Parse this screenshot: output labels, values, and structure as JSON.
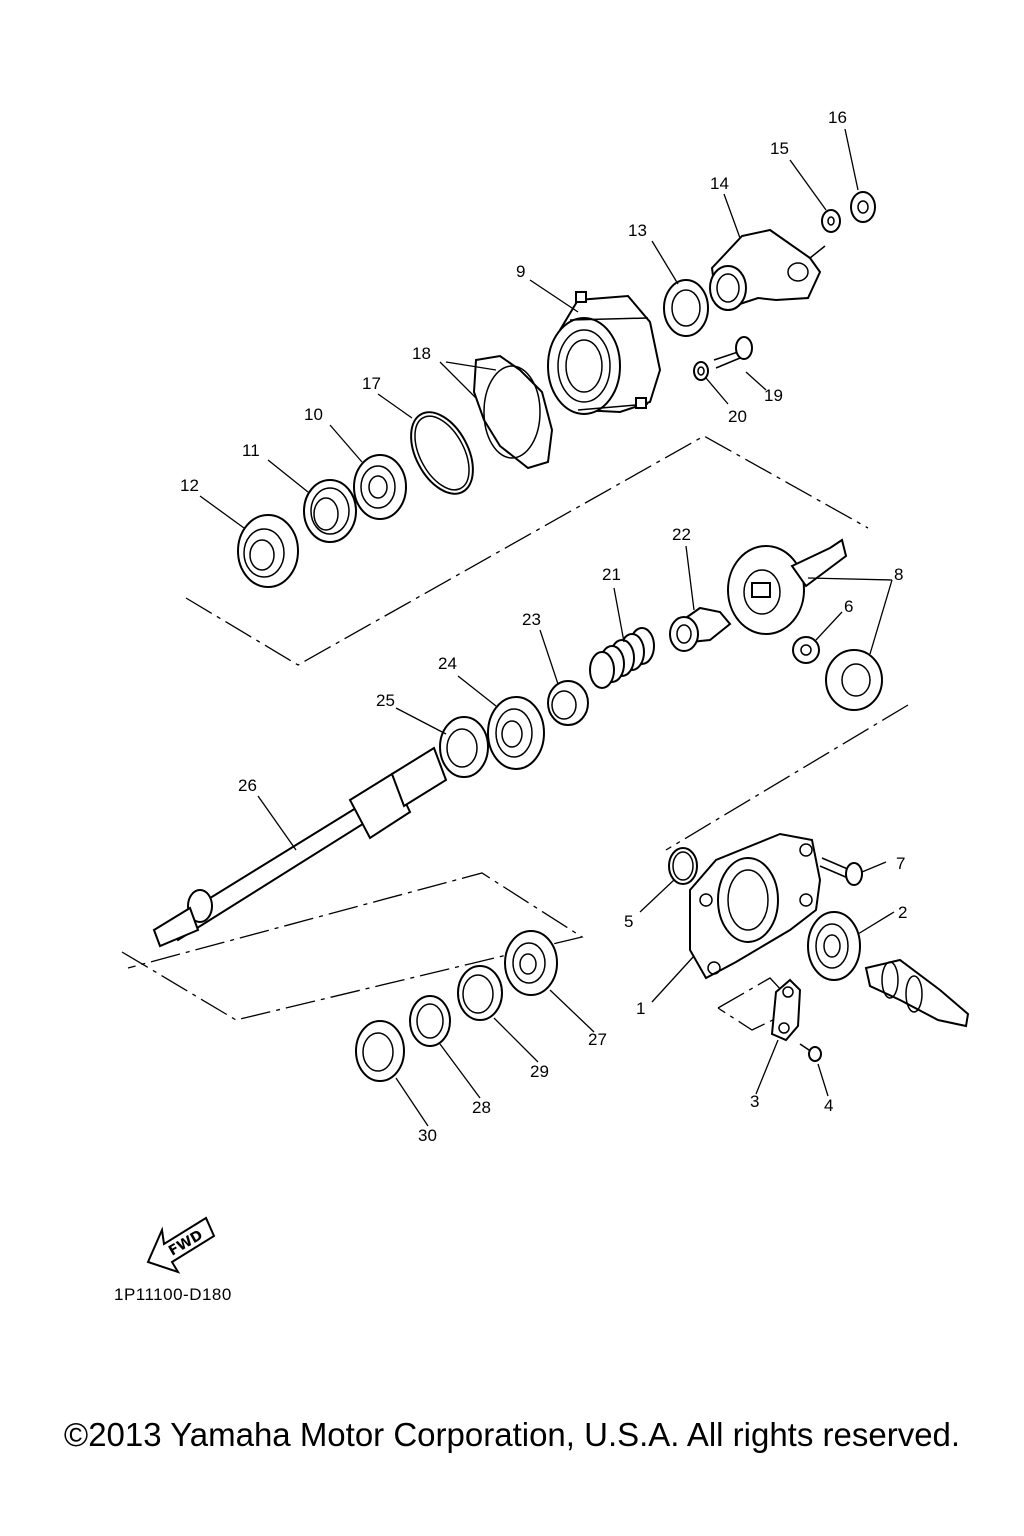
{
  "diagram": {
    "part_code": "1P11100-D180",
    "orientation_label": "FWD",
    "callouts": [
      "1",
      "2",
      "3",
      "4",
      "5",
      "6",
      "7",
      "8",
      "9",
      "10",
      "11",
      "12",
      "13",
      "14",
      "15",
      "16",
      "17",
      "18",
      "19",
      "20",
      "21",
      "22",
      "23",
      "24",
      "25",
      "26",
      "27",
      "28",
      "29",
      "30"
    ]
  },
  "footer": {
    "copyright": "©2013 Yamaha Motor Corporation, U.S.A. All rights reserved."
  }
}
